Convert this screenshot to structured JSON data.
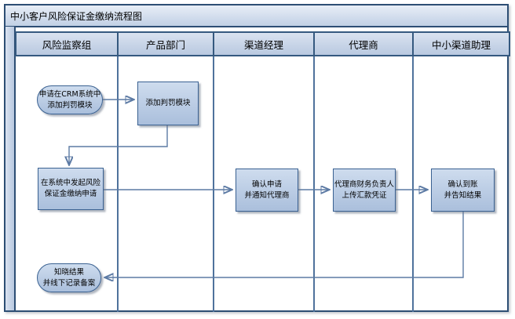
{
  "title": "中小客户风险保证金缴纳流程图",
  "lanes": [
    {
      "label": "风险监察组"
    },
    {
      "label": "产品部门"
    },
    {
      "label": "渠道经理"
    },
    {
      "label": "代理商"
    },
    {
      "label": "中小渠道助理"
    }
  ],
  "nodes": [
    {
      "id": "start",
      "type": "terminator",
      "lane": "风险监察组",
      "text": "申请在CRM系统中\n添加判罚模块"
    },
    {
      "id": "add-penalty-module",
      "type": "process",
      "lane": "产品部门",
      "text": "添加判罚模块"
    },
    {
      "id": "initiate-deposit-request",
      "type": "process",
      "lane": "风险监察组",
      "text": "在系统中发起风险\n保证金缴纳申请"
    },
    {
      "id": "confirm-and-notify-agent",
      "type": "process",
      "lane": "渠道经理",
      "text": "确认申请\n并通知代理商"
    },
    {
      "id": "upload-remittance-voucher",
      "type": "process",
      "lane": "代理商",
      "text": "代理商财务负责人\n上传汇款凭证"
    },
    {
      "id": "confirm-receipt-inform-result",
      "type": "process",
      "lane": "中小渠道助理",
      "text": "确认到账\n并告知结果"
    },
    {
      "id": "end",
      "type": "terminator",
      "lane": "风险监察组",
      "text": "知晓结果\n并线下记录备案"
    }
  ],
  "edges": [
    {
      "from": "start",
      "to": "add-penalty-module"
    },
    {
      "from": "add-penalty-module",
      "to": "initiate-deposit-request"
    },
    {
      "from": "initiate-deposit-request",
      "to": "confirm-and-notify-agent"
    },
    {
      "from": "confirm-and-notify-agent",
      "to": "upload-remittance-voucher"
    },
    {
      "from": "upload-remittance-voucher",
      "to": "confirm-receipt-inform-result"
    },
    {
      "from": "confirm-receipt-inform-result",
      "to": "end"
    }
  ],
  "colors": {
    "frame-border": "#2d4e74",
    "header-border": "#35597f",
    "title-grad-top": "#e8eef7",
    "title-grad-bottom": "#c1d0e5",
    "header-grad-top": "#d9e2f0",
    "header-grad-bottom": "#b9c9e0",
    "lane-line": "#4f729c",
    "node-border": "#3a6191",
    "node-grad-top": "#cedcee",
    "node-grad-bottom": "#aabfdc",
    "connector": "#5c7aa4",
    "arrow-fill": "#24426b"
  }
}
